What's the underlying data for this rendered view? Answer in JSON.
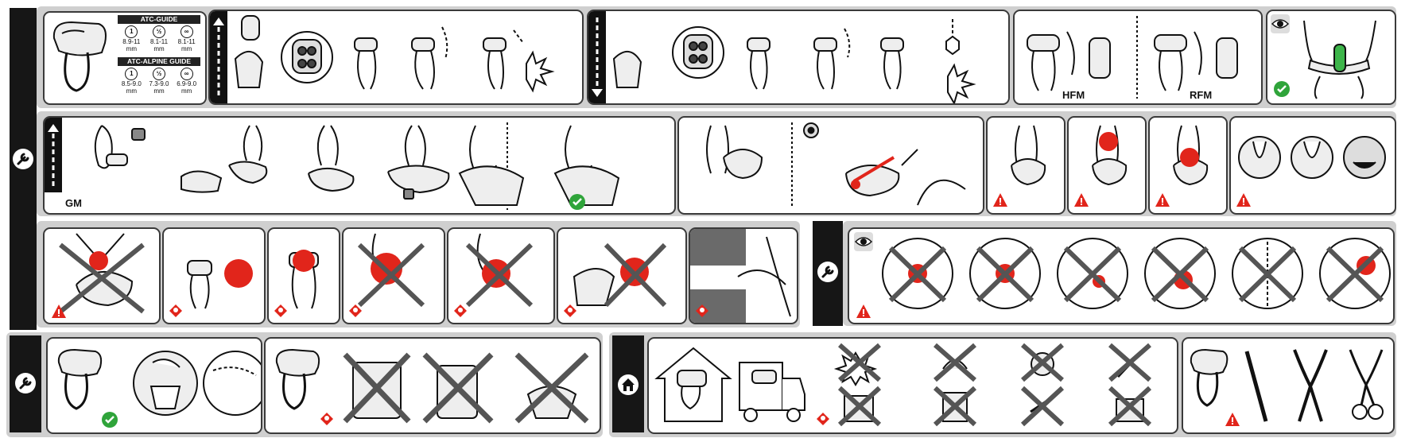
{
  "colors": {
    "ink": "#1a1a1a",
    "band": "#cfcfcf",
    "tab": "#161616",
    "danger": "#e1251b",
    "ok": "#2fa43a",
    "lanyard": "#3db54a"
  },
  "sizes": {
    "atc_guide": {
      "title": "ATC-GUIDE",
      "cols": [
        {
          "icon": "1",
          "range": "8.9-11",
          "unit": "mm"
        },
        {
          "icon": "½",
          "range": "8.1-11",
          "unit": "mm"
        },
        {
          "icon": "∞",
          "range": "8.1-11",
          "unit": "mm"
        }
      ]
    },
    "atc_alpine_guide": {
      "title": "ATC-ALPINE GUIDE",
      "cols": [
        {
          "icon": "1",
          "range": "8.5-9.0",
          "unit": "mm"
        },
        {
          "icon": "½",
          "range": "7.3-9.0",
          "unit": "mm"
        },
        {
          "icon": "∞",
          "range": "6.9-9.0",
          "unit": "mm"
        }
      ]
    }
  },
  "labels": {
    "hfm": "HFM",
    "rfm": "RFM",
    "gm": "GM"
  },
  "icons": [
    "wrench-icon",
    "eye-icon",
    "warning-icon",
    "skull-icon",
    "check-icon",
    "house-icon",
    "lock-icon",
    "climber-icon"
  ]
}
